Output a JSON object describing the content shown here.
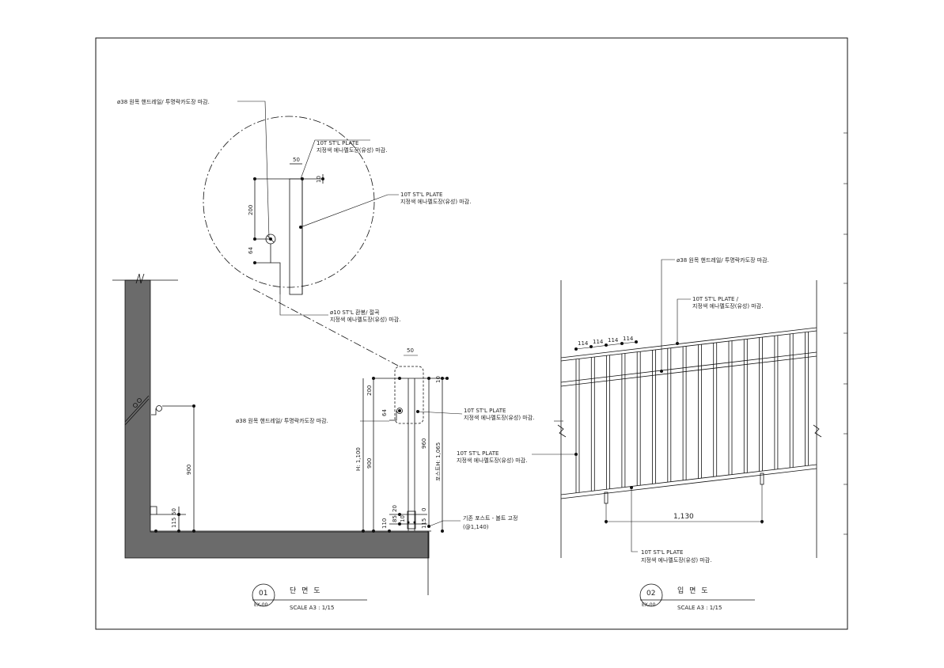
{
  "section": {
    "notes": {
      "handrail_detail": "ø38 원목 핸드레일/ 투명락카도장 마감.",
      "plate_top_l1": "10T ST'L PLATE",
      "plate_top_l2": "지정색 에나멜도장(유성) 마감.",
      "plate_mid_l1": "10T ST'L PLATE",
      "plate_mid_l2": "지정색 에나멜도장(유성) 마감.",
      "rod_l1": "ø10 ST'L 환봉/ 절곡",
      "rod_l2": "지정색 에나멜도장(유성) 마감.",
      "handrail_main": "ø38 원목 핸드레일/ 투명락카도장 마감.",
      "plate_main_l1": "10T ST'L PLATE",
      "plate_main_l2": "지정색 에나멜도장(유성) 마감.",
      "post_l1": "기존 포스트 - 볼트 고정",
      "post_l2": "(@1,140)"
    },
    "dims": {
      "d50_detail": "50",
      "d10_detail": "10",
      "d200_detail": "200",
      "d64_detail": "64",
      "d50": "50",
      "d10": "10",
      "d200": "200",
      "d64": "64",
      "h1100": "H: 1,100",
      "d900_left": "900",
      "d960": "960",
      "post_h": "포스트H: 1,065",
      "d900_stair": "900",
      "d115_stair": "115",
      "d50_stair": "50",
      "d110": "110",
      "d20": "20",
      "d85": "85",
      "d10b": "10",
      "d115": "115",
      "d0": "0"
    },
    "title": {
      "number": "01",
      "sheet": "EX-00",
      "name": "단 면 도",
      "scale": "SCALE    A3 : 1/15"
    }
  },
  "elevation": {
    "notes": {
      "handrail": "ø38 원목 핸드레일/ 투명락카도장 마감.",
      "plate_top_l1": "10T ST'L PLATE /",
      "plate_top_l2": "지정색 에나멜도장(유성) 마감.",
      "plate_left_l1": "10T ST'L PLATE",
      "plate_left_l2": "지정색 에나멜도장(유성) 마감.",
      "plate_bottom_l1": "10T ST'L PLATE",
      "plate_bottom_l2": "지정색 에나멜도장(유성) 마감."
    },
    "dims": {
      "spacing": [
        "114",
        "114",
        "114",
        "114"
      ],
      "span": "1,130"
    },
    "title": {
      "number": "02",
      "sheet": "EX-00",
      "name": "입 면 도",
      "scale": "SCALE    A3 : 1/15"
    }
  }
}
